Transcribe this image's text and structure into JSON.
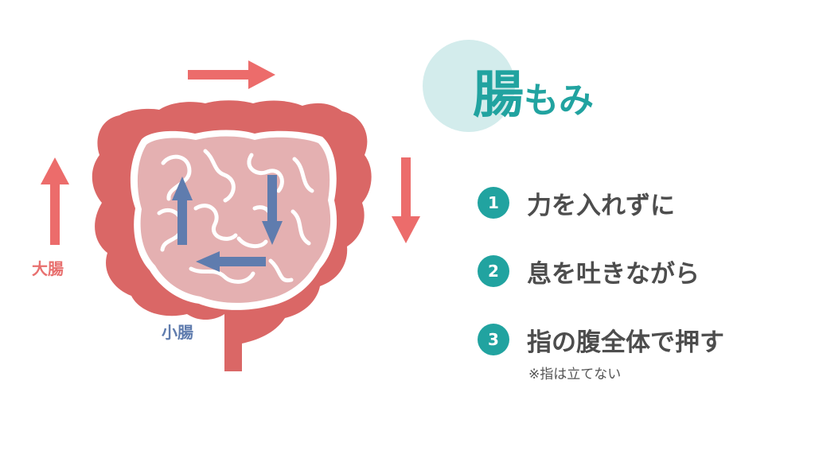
{
  "title": {
    "kanji": "腸",
    "kana": "もみ"
  },
  "labels": {
    "large_intestine": "大腸",
    "small_intestine": "小腸"
  },
  "steps": [
    {
      "number": "1",
      "text": "力を入れずに"
    },
    {
      "number": "2",
      "text": "息を吐きながら"
    },
    {
      "number": "3",
      "text": "指の腹全体で押す"
    }
  ],
  "note": "※指は立てない",
  "colors": {
    "teal": "#21a3a0",
    "circle": "#d3ecec",
    "large_intestine": "#da6766",
    "small_intestine": "#e4b0b1",
    "arrow_red": "#ec6c6b",
    "arrow_blue": "#5f7cae",
    "text_dark": "#4d4d4d"
  },
  "icons": [
    "arrow-right-icon",
    "arrow-up-icon",
    "arrow-down-icon",
    "arrow-left-icon"
  ]
}
